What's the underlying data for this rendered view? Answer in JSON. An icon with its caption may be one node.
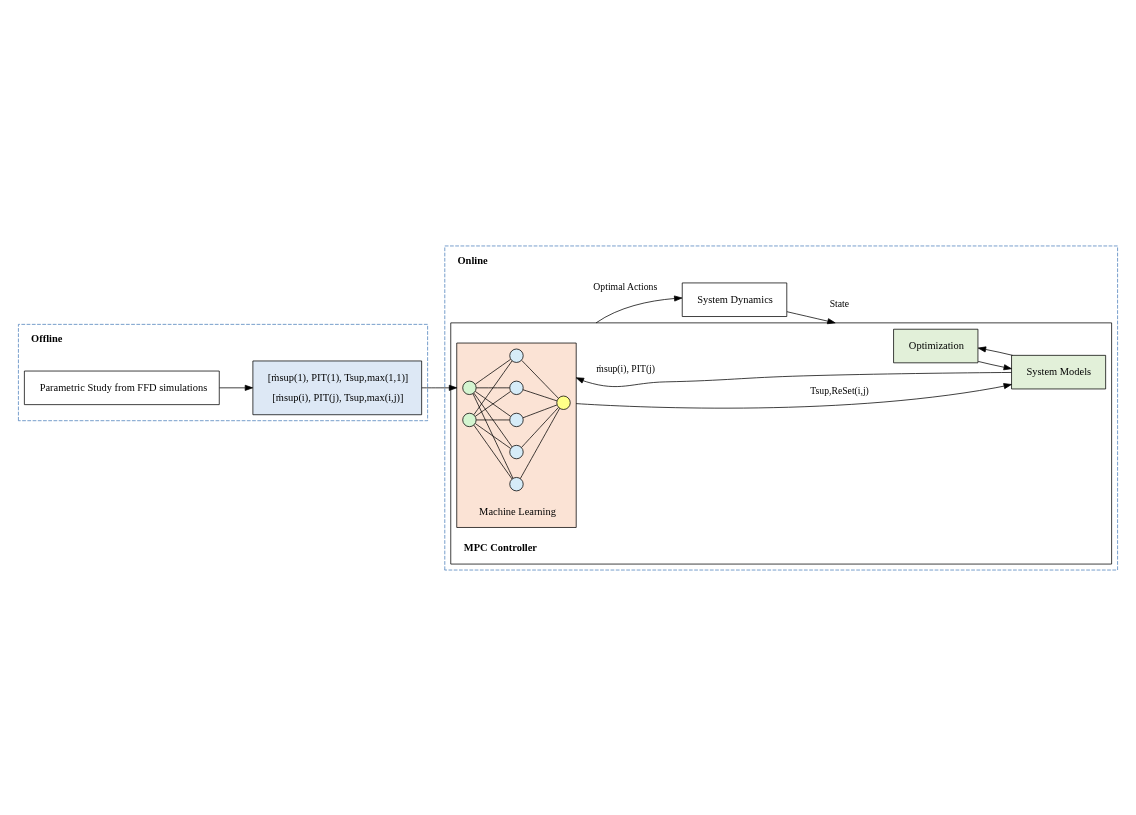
{
  "diagram": {
    "nodes": [
      {
        "text": [
          "Offline"
        ]
      },
      {
        "text": [
          "Parametric Study from FFD simulations"
        ],
        "in": 0
      },
      {
        "text": [
          "[ṁsup(1), PIT(1), Tsup,max(1,1)]",
          "[ṁsup(i), PIT(j), Tsup,max(i,j)]"
        ],
        "in": 0
      },
      {
        "text": [
          "Online"
        ]
      },
      {
        "text": [
          "MPC Controller"
        ],
        "in": 3
      },
      {
        "text": [
          "Optimization"
        ],
        "in": 4
      },
      {
        "text": [
          "System Models"
        ],
        "in": 4
      },
      {
        "text": [
          "Machine Learning"
        ],
        "in": 4
      },
      {
        "text": [],
        "shape": "circle",
        "in": 7
      },
      {
        "text": [],
        "shape": "circle",
        "in": 7
      },
      {
        "text": [],
        "shape": "circle",
        "in": 7
      },
      {
        "text": [],
        "shape": "circle",
        "in": 7
      },
      {
        "text": [],
        "shape": "circle",
        "in": 7
      },
      {
        "text": [],
        "shape": "circle",
        "in": 7
      },
      {
        "text": [],
        "shape": "circle",
        "in": 7
      },
      {
        "text": [],
        "shape": "circle",
        "in": 7
      },
      {
        "text": [
          "System Dynamics"
        ],
        "in": 3
      }
    ],
    "edges": [
      {
        "from": 1,
        "to": 2,
        "arrow": "to"
      },
      {
        "from": 2,
        "to": 7,
        "arrow": "to"
      },
      {
        "from": 5,
        "to": 6,
        "arrow": "to"
      },
      {
        "from": 6,
        "to": 5,
        "arrow": "to"
      },
      {
        "from": 6,
        "to": 7,
        "arrow": "to",
        "label": "ṁsup(i), PIT(j)"
      },
      {
        "from": 7,
        "to": 6,
        "arrow": "to",
        "label": "Tsup,ReSet(i,j)"
      },
      {
        "from": 4,
        "to": 16,
        "arrow": "to",
        "label": "Optimal Actions"
      },
      {
        "from": 16,
        "to": 4,
        "arrow": "to",
        "label": "State"
      },
      {
        "from": 8,
        "to": 10,
        "arrow": "none"
      },
      {
        "from": 8,
        "to": 11,
        "arrow": "none"
      },
      {
        "from": 8,
        "to": 12,
        "arrow": "none"
      },
      {
        "from": 8,
        "to": 13,
        "arrow": "none"
      },
      {
        "from": 8,
        "to": 14,
        "arrow": "none"
      },
      {
        "from": 9,
        "to": 10,
        "arrow": "none"
      },
      {
        "from": 9,
        "to": 11,
        "arrow": "none"
      },
      {
        "from": 9,
        "to": 12,
        "arrow": "none"
      },
      {
        "from": 9,
        "to": 13,
        "arrow": "none"
      },
      {
        "from": 9,
        "to": 14,
        "arrow": "none"
      },
      {
        "from": 10,
        "to": 15,
        "arrow": "none"
      },
      {
        "from": 11,
        "to": 15,
        "arrow": "none"
      },
      {
        "from": 12,
        "to": 15,
        "arrow": "none"
      },
      {
        "from": 13,
        "to": 15,
        "arrow": "none"
      },
      {
        "from": 14,
        "to": 15,
        "arrow": "none"
      }
    ]
  }
}
